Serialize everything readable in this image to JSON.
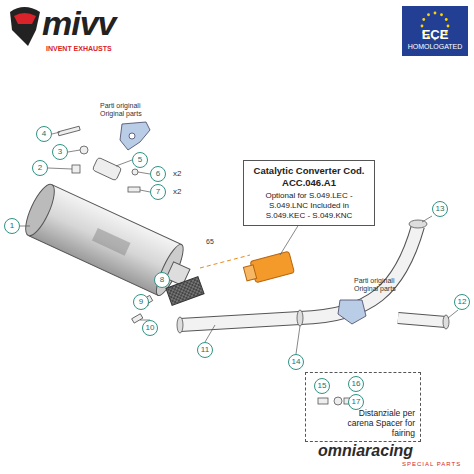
{
  "diagram": {
    "nodes": [
      {
        "text": [
          "ECE",
          "HOMOLOGATED"
        ]
      },
      {
        "text": [
          "Catalytic Converter Cod. ACC.046.A1",
          "Optional for S.049.LEC - S.049.LNC Included in S.049.KEC - S.049.KNC"
        ]
      },
      {
        "text": [
          "Distanziale per carena Spacer for fairing"
        ]
      }
    ],
    "labels": [
      "mivv",
      "INVENT EXHAUSTS",
      "Parti originali Original parts",
      "4",
      "3",
      "2",
      "5",
      "6",
      "x2",
      "7",
      "x2",
      "1",
      "65",
      "8",
      "9",
      "10",
      "11",
      "13",
      "Parti originali Original parts",
      "12",
      "14",
      "15",
      "16",
      "17",
      "omniaracing",
      "SPECIAL PARTS"
    ]
  }
}
